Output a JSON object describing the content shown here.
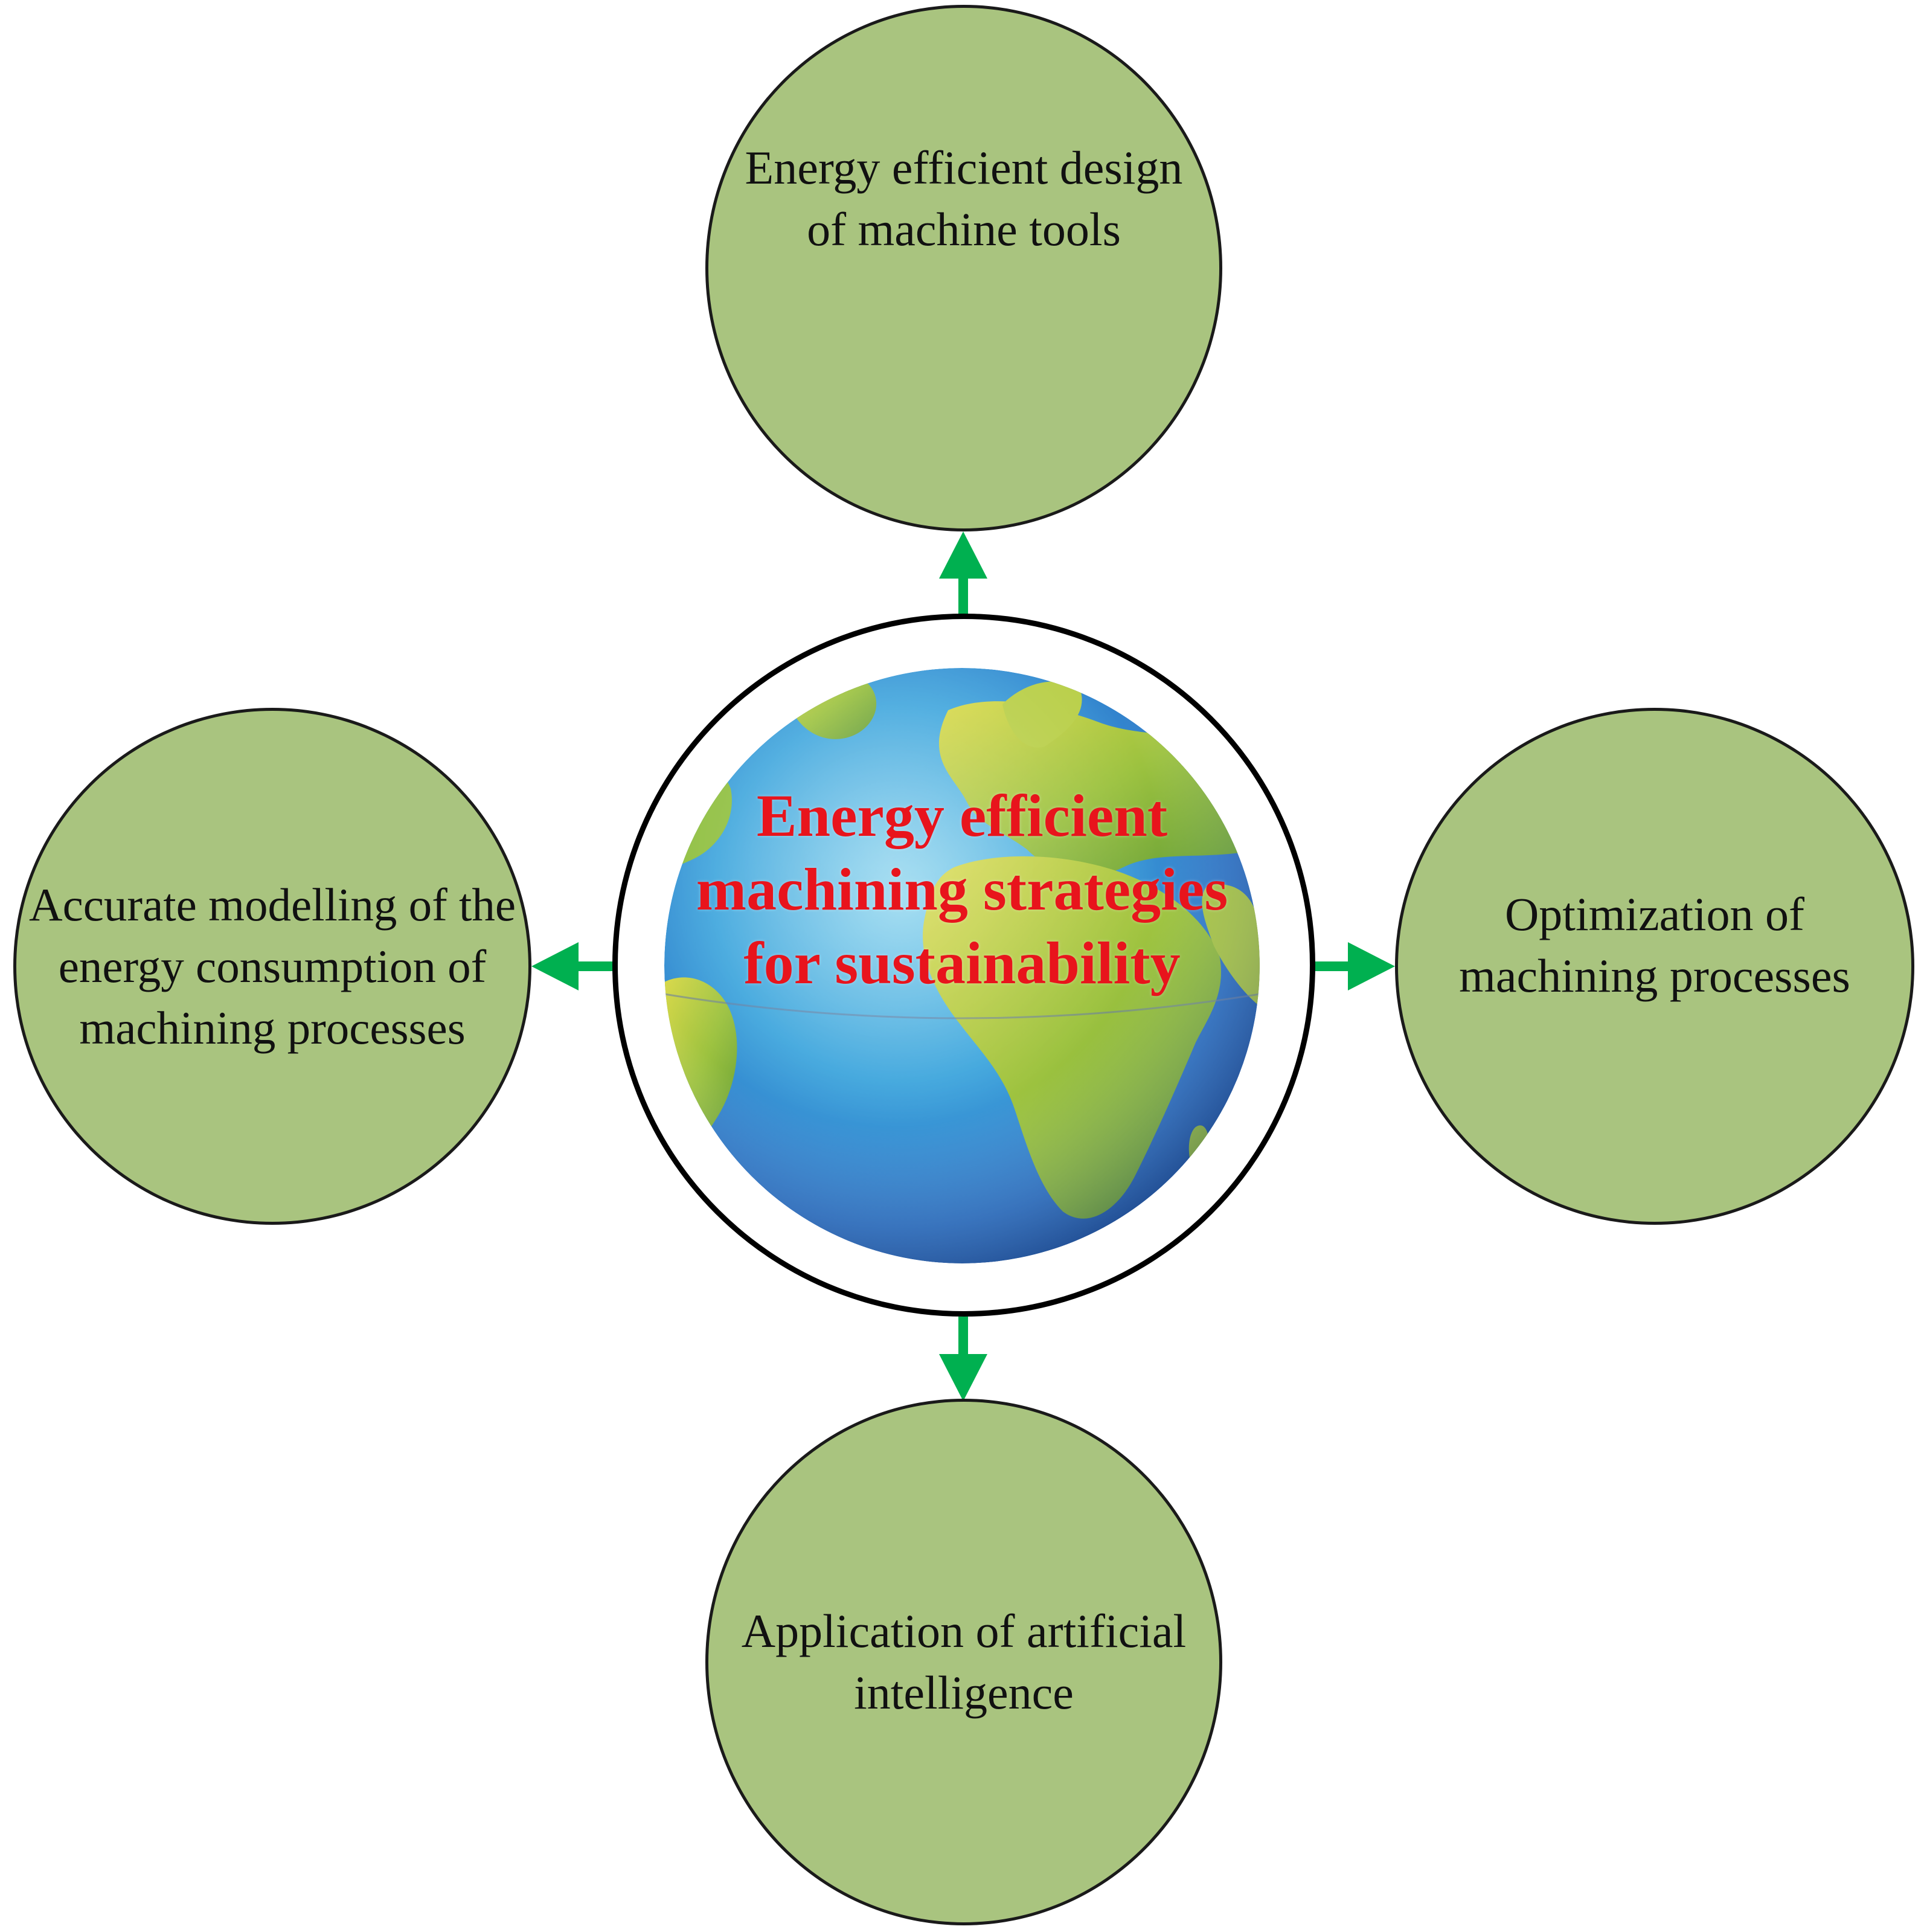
{
  "diagram": {
    "center": {
      "label": "Energy efficient machining strategies for sustainability",
      "text_color": "#e8141c",
      "image": "earth-globe-icon"
    },
    "nodes": [
      {
        "id": "top",
        "label": "Energy efficient design of machine tools"
      },
      {
        "id": "left",
        "label": "Accurate modelling of the energy consumption of machining processes"
      },
      {
        "id": "right",
        "label": "Optimization of machining processes"
      },
      {
        "id": "bottom",
        "label": "Application of artificial intelligence"
      }
    ],
    "node_fill": "#a9c47f",
    "arrow_color": "#00b050"
  }
}
